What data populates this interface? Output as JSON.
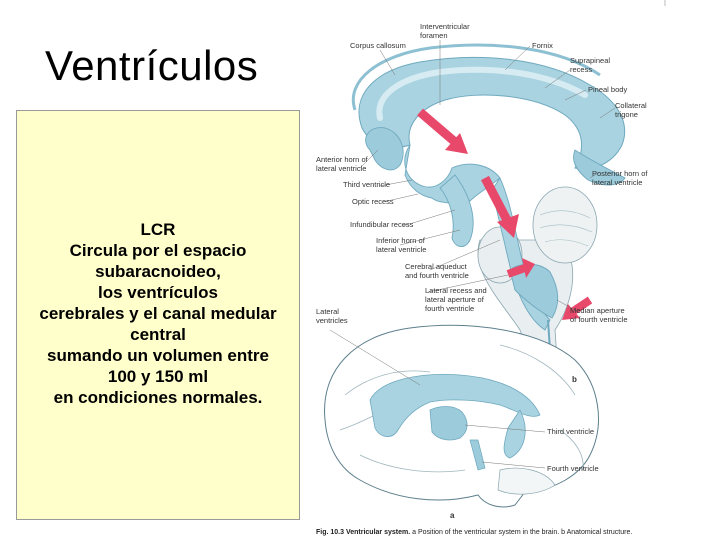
{
  "title": "Ventrículos",
  "textbox": {
    "lines": [
      "LCR",
      "Circula por el espacio",
      "subaracnoideo,",
      "los ventrículos",
      "cerebrales y el canal medular",
      "central",
      "sumando un volumen entre",
      "100 y 150 ml",
      "en condiciones normales."
    ]
  },
  "figure": {
    "labels": {
      "interventricular": "Interventricular",
      "foramen": "foramen",
      "corpus_callosum": "Corpus callosum",
      "fornix": "Fornix",
      "suprapineal_1": "Suprapineal",
      "suprapineal_2": "recess",
      "pineal_body": "Pineal body",
      "collateral_1": "Collateral",
      "collateral_2": "trigone",
      "anterior_horn_1": "Anterior horn of",
      "anterior_horn_2": "lateral ventricle",
      "posterior_horn_1": "Posterior horn of",
      "posterior_horn_2": "lateral ventricle",
      "third_ventricle": "Third ventricle",
      "optic_recess": "Optic recess",
      "infundibular_recess": "Infundibular recess",
      "inferior_horn_1": "Inferior horn of",
      "inferior_horn_2": "lateral ventricle",
      "aqueduct_1": "Cerebral aqueduct",
      "aqueduct_2": "and fourth ventricle",
      "lateral_recess_1": "Lateral recess and",
      "lateral_recess_2": "lateral aperture of",
      "lateral_recess_3": "fourth ventricle",
      "median_aperture_1": "Median aperture",
      "median_aperture_2": "of fourth ventricle",
      "lateral_ventricles_1": "Lateral",
      "lateral_ventricles_2": "ventricles",
      "b": "b",
      "third_ventricle_lower": "Third ventricle",
      "fourth_ventricle": "Fourth ventricle",
      "a": "a"
    },
    "caption_bold": "Fig. 10.3 Ventricular system.",
    "caption_rest": " a Position of the ventricular system in the brain. b Anatomical structure."
  },
  "colors": {
    "ventricle": "#a9d3e0",
    "ventricle_dark": "#6fa9bf",
    "arrow": "#e8496a",
    "brain_line": "#5d7f8c",
    "textbox_bg": "#ffffcc"
  }
}
